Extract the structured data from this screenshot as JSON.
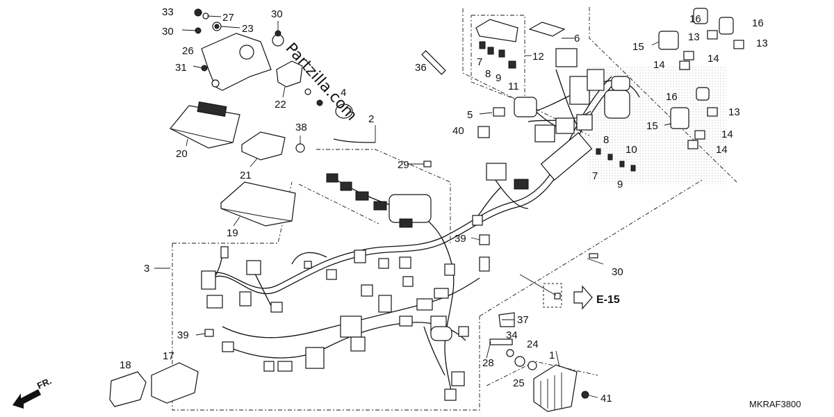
{
  "callouts": {
    "c1": "1",
    "c2": "2",
    "c3": "3",
    "c4": "4",
    "c5": "5",
    "c6": "6",
    "c7a": "7",
    "c7b": "7",
    "c8a": "8",
    "c8b": "8",
    "c9a": "9",
    "c9b": "9",
    "c10": "10",
    "c11": "11",
    "c12": "12",
    "c13a": "13",
    "c13b": "13",
    "c13c": "13",
    "c14a": "14",
    "c14b": "14",
    "c14c": "14",
    "c14d": "14",
    "c15a": "15",
    "c15b": "15",
    "c16a": "16",
    "c16b": "16",
    "c16c": "16",
    "c17": "17",
    "c18": "18",
    "c19": "19",
    "c20": "20",
    "c21": "21",
    "c22": "22",
    "c23": "23",
    "c24": "24",
    "c25": "25",
    "c26": "26",
    "c27": "27",
    "c28": "28",
    "c29": "29",
    "c30a": "30",
    "c30b": "30",
    "c30c": "30",
    "c31": "31",
    "c33": "33",
    "c34": "34",
    "c36": "36",
    "c37": "37",
    "c38": "38",
    "c39a": "39",
    "c39b": "39",
    "c40": "40",
    "c41": "41"
  },
  "reference": {
    "label": "E-15"
  },
  "front_marker": {
    "label": "FR."
  },
  "diagram_code": "MKRAF3800",
  "watermark": {
    "text": "Partzilla.com"
  }
}
